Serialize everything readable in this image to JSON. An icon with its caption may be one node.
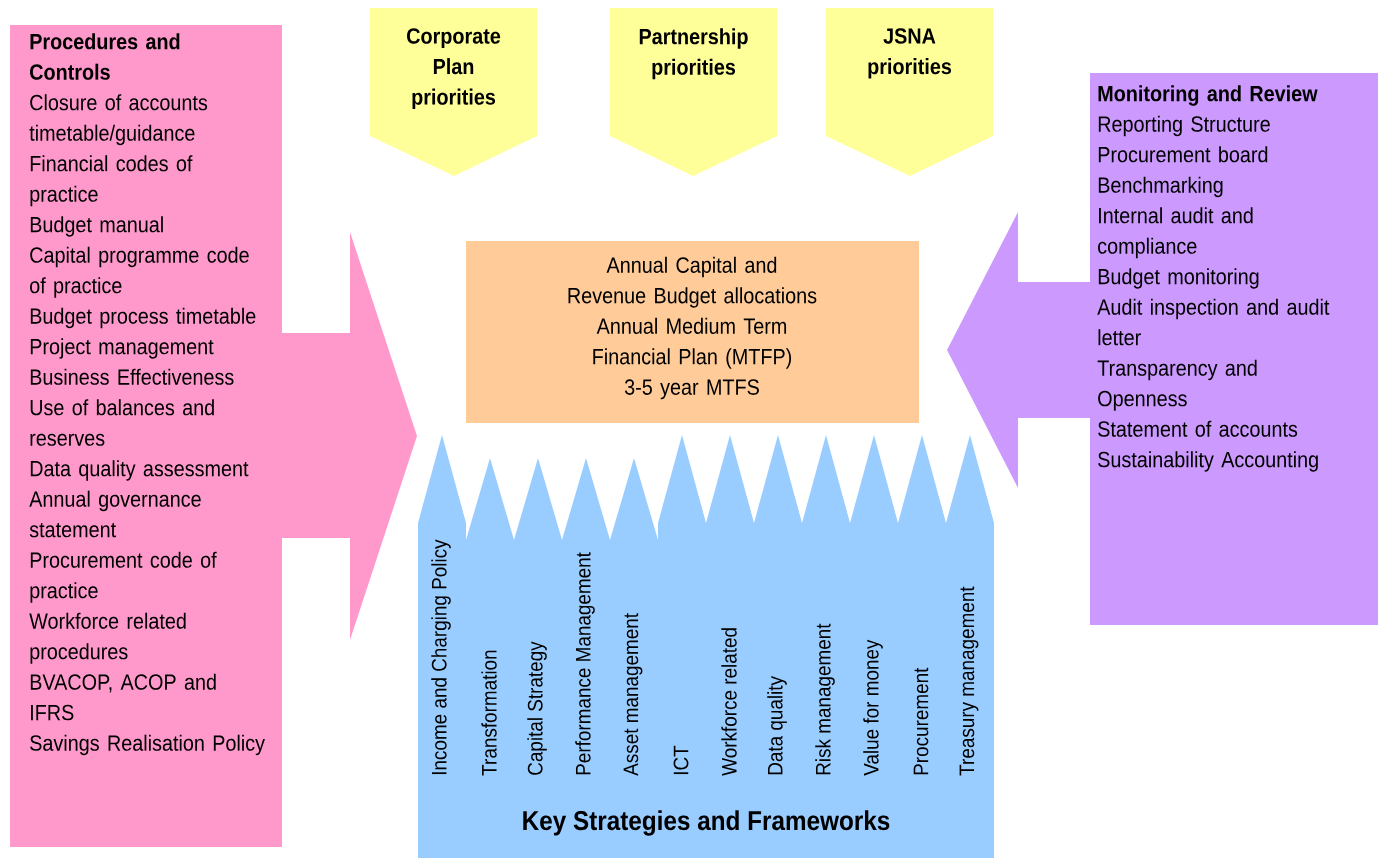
{
  "diagram": {
    "nodes": [
      {
        "text": [
          "Procedures and Controls",
          "Closure of accounts timetable/guidance",
          "Financial codes of practice",
          "Budget manual",
          "Capital programme code of practice",
          "Budget process timetable",
          "Project management",
          "Business Effectiveness",
          "Use of balances and reserves",
          "Data quality assessment",
          "Annual governance statement",
          "Procurement code of practice",
          "Workforce related procedures",
          "BVACOP, ACOP and IFRS",
          "Savings Realisation Policy"
        ]
      },
      {
        "text": [
          "Corporate Plan priorities"
        ]
      },
      {
        "text": [
          "Partnership priorities"
        ]
      },
      {
        "text": [
          "JSNA priorities"
        ]
      },
      {
        "text": [
          "Monitoring and Review",
          "Reporting Structure",
          "Procurement board",
          "Benchmarking",
          "Internal audit and compliance",
          "Budget monitoring",
          "Audit inspection and audit letter",
          "Transparency and Openness",
          "Statement of accounts",
          "Sustainability Accounting"
        ]
      },
      {
        "text": [
          "Annual Capital and Revenue Budget allocations",
          "Annual Medium Term Financial Plan (MTFP)",
          "3-5 year MTFS"
        ]
      },
      {
        "text": [
          "Income and Charging Policy"
        ]
      },
      {
        "text": [
          "Transformation"
        ]
      },
      {
        "text": [
          "Capital Strategy"
        ]
      },
      {
        "text": [
          "Performance Management"
        ]
      },
      {
        "text": [
          "Asset management"
        ]
      },
      {
        "text": [
          "ICT"
        ]
      },
      {
        "text": [
          "Workforce related"
        ]
      },
      {
        "text": [
          "Data quality"
        ]
      },
      {
        "text": [
          "Risk management"
        ]
      },
      {
        "text": [
          "Value for money"
        ]
      },
      {
        "text": [
          "Procurement"
        ]
      },
      {
        "text": [
          "Treasury management"
        ]
      },
      {
        "text": [
          "Key Strategies and Frameworks"
        ]
      }
    ]
  }
}
